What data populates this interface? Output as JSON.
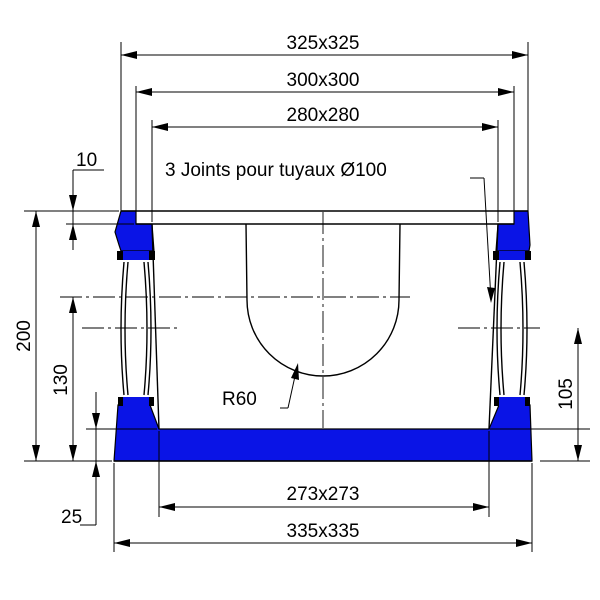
{
  "drawing": {
    "fill_color": "#0a14e6",
    "line_color": "#000000",
    "labels": {
      "outer_top": "325x325",
      "inner_top": "300x300",
      "lid": "280x280",
      "lip": "10",
      "note": "3 Joints pour tuyaux Ø100",
      "total_height": "200",
      "inner_height": "130",
      "radius": "R60",
      "pipe_height": "105",
      "bottom_inner": "273x273",
      "bottom_outer": "335x335",
      "base": "25"
    }
  }
}
